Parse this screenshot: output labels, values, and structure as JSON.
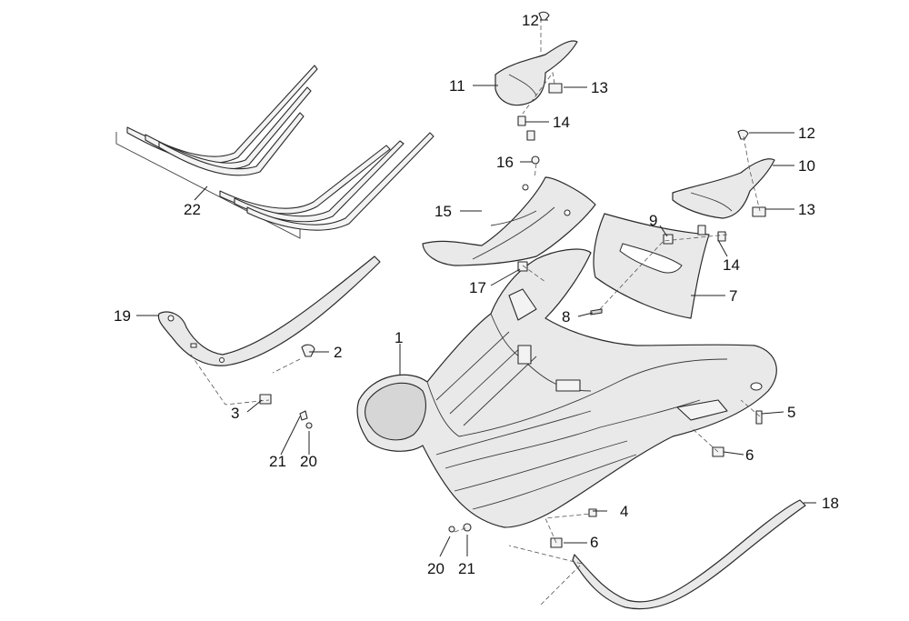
{
  "callouts": [
    {
      "id": "c1",
      "label": "1"
    },
    {
      "id": "c2",
      "label": "2"
    },
    {
      "id": "c3",
      "label": "3"
    },
    {
      "id": "c4",
      "label": "4"
    },
    {
      "id": "c5",
      "label": "5"
    },
    {
      "id": "c6a",
      "label": "6"
    },
    {
      "id": "c6b",
      "label": "6"
    },
    {
      "id": "c7",
      "label": "7"
    },
    {
      "id": "c8",
      "label": "8"
    },
    {
      "id": "c9",
      "label": "9"
    },
    {
      "id": "c10",
      "label": "10"
    },
    {
      "id": "c11",
      "label": "11"
    },
    {
      "id": "c12a",
      "label": "12"
    },
    {
      "id": "c12b",
      "label": "12"
    },
    {
      "id": "c13a",
      "label": "13"
    },
    {
      "id": "c13b",
      "label": "13"
    },
    {
      "id": "c14a",
      "label": "14"
    },
    {
      "id": "c14b",
      "label": "14"
    },
    {
      "id": "c15",
      "label": "15"
    },
    {
      "id": "c16",
      "label": "16"
    },
    {
      "id": "c17",
      "label": "17"
    },
    {
      "id": "c18",
      "label": "18"
    },
    {
      "id": "c19",
      "label": "19"
    },
    {
      "id": "c20a",
      "label": "20"
    },
    {
      "id": "c20b",
      "label": "20"
    },
    {
      "id": "c21a",
      "label": "21"
    },
    {
      "id": "c21b",
      "label": "21"
    },
    {
      "id": "c22",
      "label": "22"
    }
  ]
}
